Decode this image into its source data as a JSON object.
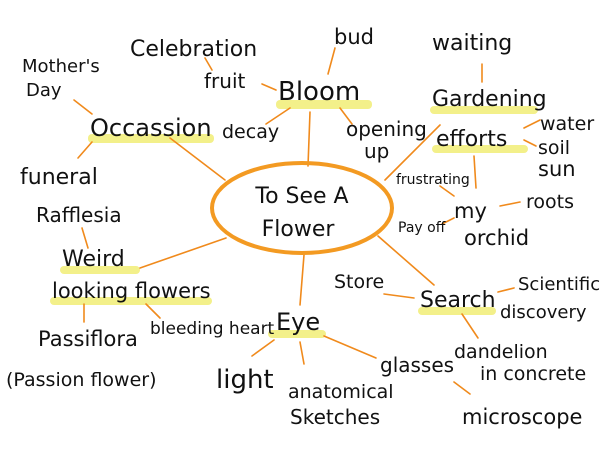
{
  "colors": {
    "line": "#f08a1c",
    "ellipse": "#f39a22",
    "highlight": "#f3f08a",
    "ink": "#111111"
  },
  "center": {
    "line1": "To See A",
    "line2": "Flower"
  },
  "branches": {
    "bloom": "Bloom",
    "occasion": "Occassion",
    "gardening_line1": "Gardening",
    "gardening_line2": "efforts",
    "weird_line1": "Weird",
    "weird_line2": "looking flowers",
    "eye": "Eye",
    "search": "Search"
  },
  "leaves": {
    "bud": "bud",
    "celebration": "Celebration",
    "fruit": "fruit",
    "decay": "decay",
    "opening_line1": "opening",
    "opening_line2": "up",
    "waiting": "waiting",
    "water": "water",
    "soil": "soil",
    "sun": "sun",
    "frustrating": "frustrating",
    "payoff": "Pay off",
    "myorchid_line1": "my",
    "myorchid_line2": "orchid",
    "roots": "roots",
    "mothers_day_line1": "Mother's",
    "mothers_day_line2": "Day",
    "funeral": "funeral",
    "rafflesia": "Rafflesia",
    "passiflora": "Passiflora",
    "passion_flower": "(Passion flower)",
    "bleeding_heart": "bleeding heart",
    "light": "light",
    "anatomical_line1": "anatomical",
    "anatomical_line2": "Sketches",
    "glasses": "glasses",
    "microscope": "microscope",
    "store": "Store",
    "scientific_line1": "Scientific",
    "scientific_line2": "discovery",
    "dandelion_line1": "dandelion",
    "dandelion_line2": "in concrete"
  }
}
